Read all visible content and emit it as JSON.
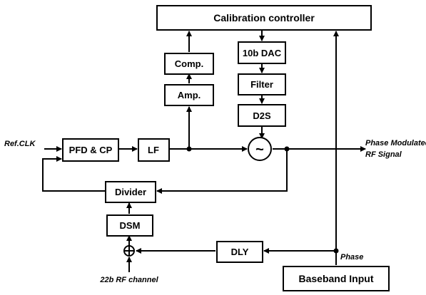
{
  "blocks": {
    "calibration_controller": "Calibration controller",
    "dac": "10b DAC",
    "filter": "Filter",
    "d2s": "D2S",
    "comp": "Comp.",
    "amp": "Amp.",
    "pfd_cp": "PFD & CP",
    "lf": "LF",
    "divider": "Divider",
    "dsm": "DSM",
    "dly": "DLY",
    "baseband_input": "Baseband Input"
  },
  "labels": {
    "ref_clk": "Ref.CLK",
    "output_line1": "Phase Modulated",
    "output_line2": "RF Signal",
    "phase": "Phase",
    "rf_channel": "22b RF channel"
  },
  "symbols": {
    "vco": "~",
    "vco_icon": "sine-wave-icon",
    "adder_icon": "summing-junction-icon"
  }
}
